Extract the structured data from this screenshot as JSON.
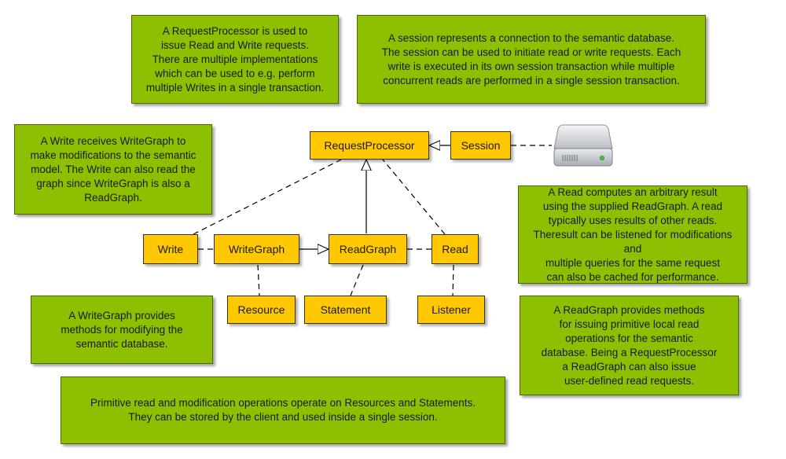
{
  "notes": {
    "request_processor": "A RequestProcessor is used to\nissue Read and Write requests.\nThere are multiple implementations\nwhich can be used to e.g. perform\nmultiple Writes in a single transaction.",
    "session": "A session represents a connection to the semantic database.\nThe session can be used to initiate read or write requests. Each\nwrite is executed in its  own session transaction while multiple\nconcurrent reads are performed in a single session transaction.",
    "write": "A Write receives WriteGraph to\nmake modifications to the semantic\nmodel. The Write can also read the\ngraph since WriteGraph is also a\nReadGraph.",
    "read": "A Read computes an arbitrary result\nusing the supplied ReadGraph. A read\ntypically uses results of other reads.\nTheresult can be listened for modifications and\nmultiple queries for the same request\ncan also be cached for performance.",
    "write_graph": "A WriteGraph provides\nmethods for modifying the\nsemantic database.",
    "read_graph": "A ReadGraph provides methods\nfor issuing primitive local read\noperations for the semantic\ndatabase. Being a RequestProcessor\na ReadGraph can also issue\nuser-defined read requests.",
    "primitives": "Primitive read and modification operations operate on Resources and Statements.\nThey can be stored by the client and used inside a single session."
  },
  "boxes": {
    "request_processor": "RequestProcessor",
    "session": "Session",
    "write": "Write",
    "write_graph": "WriteGraph",
    "read_graph": "ReadGraph",
    "read": "Read",
    "resource": "Resource",
    "statement": "Statement",
    "listener": "Listener"
  },
  "colors": {
    "note_fill": "#8dc000",
    "box_fill": "#ffc800"
  },
  "icons": {
    "database": "hard-drive-icon"
  }
}
